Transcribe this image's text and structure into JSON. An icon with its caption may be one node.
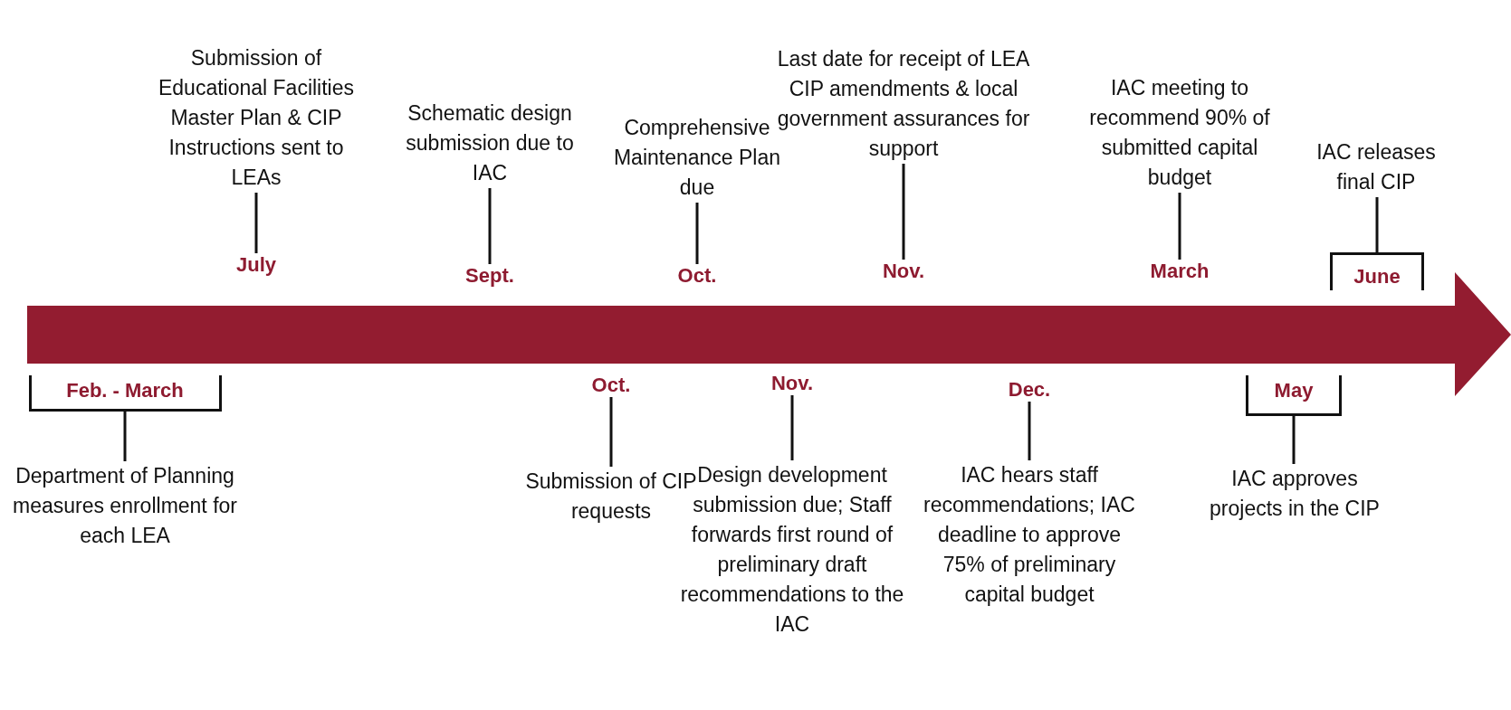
{
  "diagram": {
    "nodes": [
      {
        "text": [
          "Submission of Educational Facilities Master Plan & CIP Instructions sent to LEAs"
        ]
      },
      {
        "text": [
          "July"
        ]
      },
      {
        "text": [
          "Schematic design submission due to IAC"
        ]
      },
      {
        "text": [
          "Sept."
        ]
      },
      {
        "text": [
          "Comprehensive Maintenance Plan due"
        ]
      },
      {
        "text": [
          "Oct."
        ]
      },
      {
        "text": [
          "Last date for receipt of LEA CIP amendments & local government assurances for support"
        ]
      },
      {
        "text": [
          "Nov."
        ]
      },
      {
        "text": [
          "IAC meeting to recommend 90% of submitted capital budget"
        ]
      },
      {
        "text": [
          "March"
        ]
      },
      {
        "text": [
          "IAC releases final CIP"
        ]
      },
      {
        "text": [
          "June"
        ]
      },
      {
        "text": [
          "Feb. - March"
        ]
      },
      {
        "text": [
          "Department of Planning measures enrollment for each LEA"
        ]
      },
      {
        "text": [
          "Oct."
        ]
      },
      {
        "text": [
          "Submission of CIP requests"
        ]
      },
      {
        "text": [
          "Nov."
        ]
      },
      {
        "text": [
          "Design development submission due; Staff forwards first round of preliminary draft recommendations to the IAC"
        ]
      },
      {
        "text": [
          "Dec."
        ]
      },
      {
        "text": [
          "IAC hears staff recommendations; IAC deadline to approve 75% of preliminary capital budget"
        ]
      },
      {
        "text": [
          "May"
        ]
      },
      {
        "text": [
          "IAC approves projects in the CIP"
        ]
      }
    ],
    "edges": [
      {
        "from": 0,
        "to": 1,
        "arrow": "none"
      },
      {
        "from": 2,
        "to": 3,
        "arrow": "none"
      },
      {
        "from": 4,
        "to": 5,
        "arrow": "none"
      },
      {
        "from": 6,
        "to": 7,
        "arrow": "none"
      },
      {
        "from": 8,
        "to": 9,
        "arrow": "none"
      },
      {
        "from": 10,
        "to": 11,
        "arrow": "none"
      },
      {
        "from": 13,
        "to": 12,
        "arrow": "none"
      },
      {
        "from": 15,
        "to": 14,
        "arrow": "none"
      },
      {
        "from": 17,
        "to": 16,
        "arrow": "none"
      },
      {
        "from": 19,
        "to": 18,
        "arrow": "none"
      },
      {
        "from": 21,
        "to": 20,
        "arrow": "none"
      }
    ]
  }
}
